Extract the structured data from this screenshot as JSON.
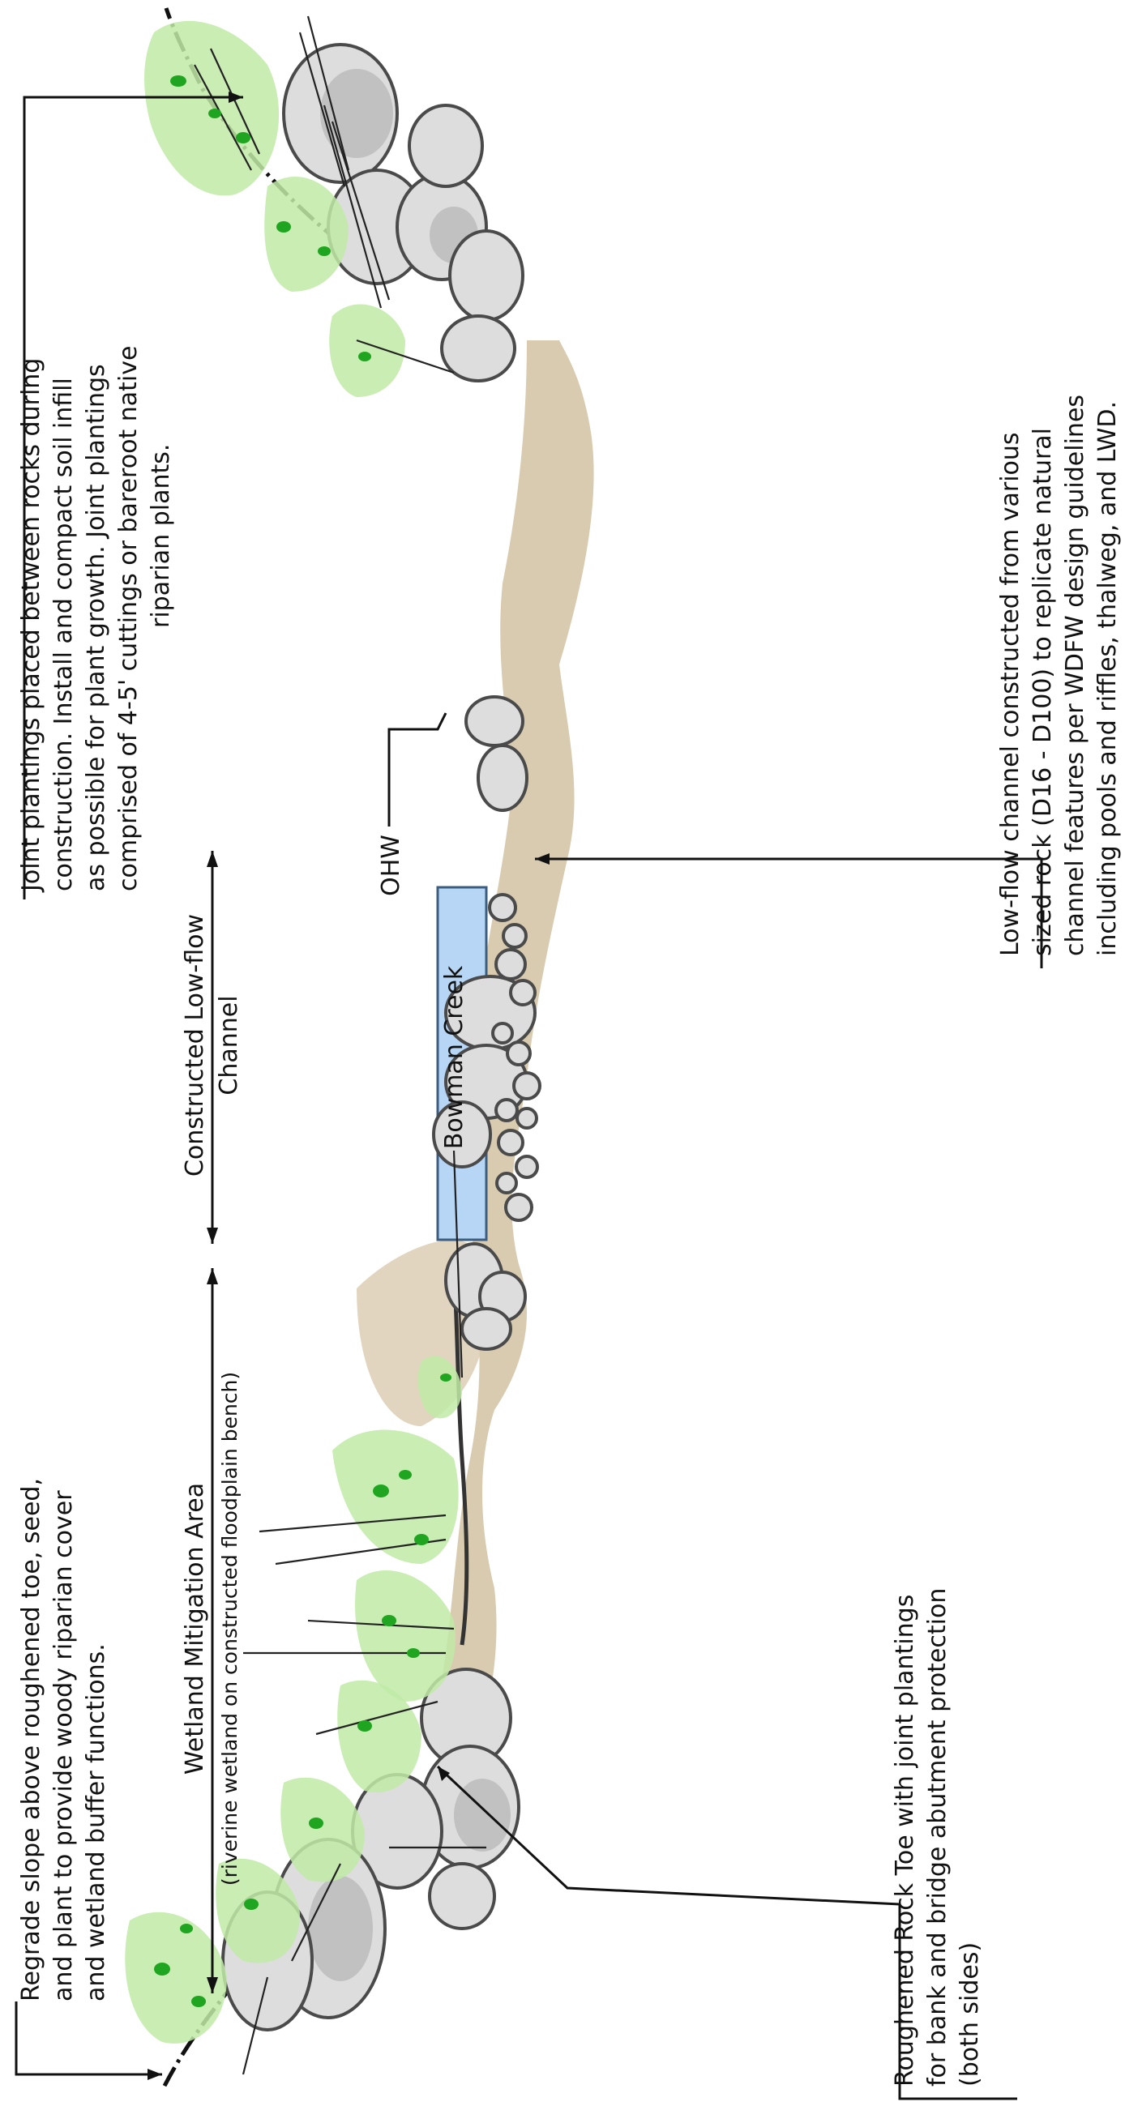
{
  "notes": {
    "regrade": [
      "Regrade slope above roughened toe, seed,",
      "and plant to provide woody riparian cover",
      "and wetland buffer functions."
    ],
    "wetland_area_title": "Wetland Mitigation Area",
    "wetland_area_sub": "(riverine wetland on constructed floodplain bench)",
    "joint_plantings": [
      "Joint plantings placed between rocks during",
      "construction. Install and compact soil infill",
      "as possible for plant growth. Joint plantings",
      "comprised of 4-5' cuttings or bareroot native",
      "riparian plants."
    ],
    "low_flow_title": "Constructed Low-flow",
    "low_flow_sub": "Channel",
    "ohw": "OHW",
    "creek": "Bowman Creek",
    "rock_toe": [
      "Roughened Rock Toe with joint plantings",
      "for bank and bridge abutment protection",
      "(both sides)"
    ],
    "low_flow_channel": [
      "Low-flow channel constructed from various",
      "sized rock (D16 - D100) to replicate natural",
      "channel features per WDFW design guidelines",
      "including pools and riffles, thalweg, and LWD."
    ]
  },
  "icons": {
    "dimension_arrow": "double-headed-arrow",
    "rocks": "boulder-shapes",
    "vegetation": "shrub-plantings",
    "water": "stream-water"
  },
  "colors": {
    "vegetation_fill": "#bfeaa6",
    "leaf": "#1fa51f",
    "rock_fill": "#dddddd",
    "soil": "#d9cbb0",
    "water": "#b7d6f5",
    "ink": "#111111"
  }
}
